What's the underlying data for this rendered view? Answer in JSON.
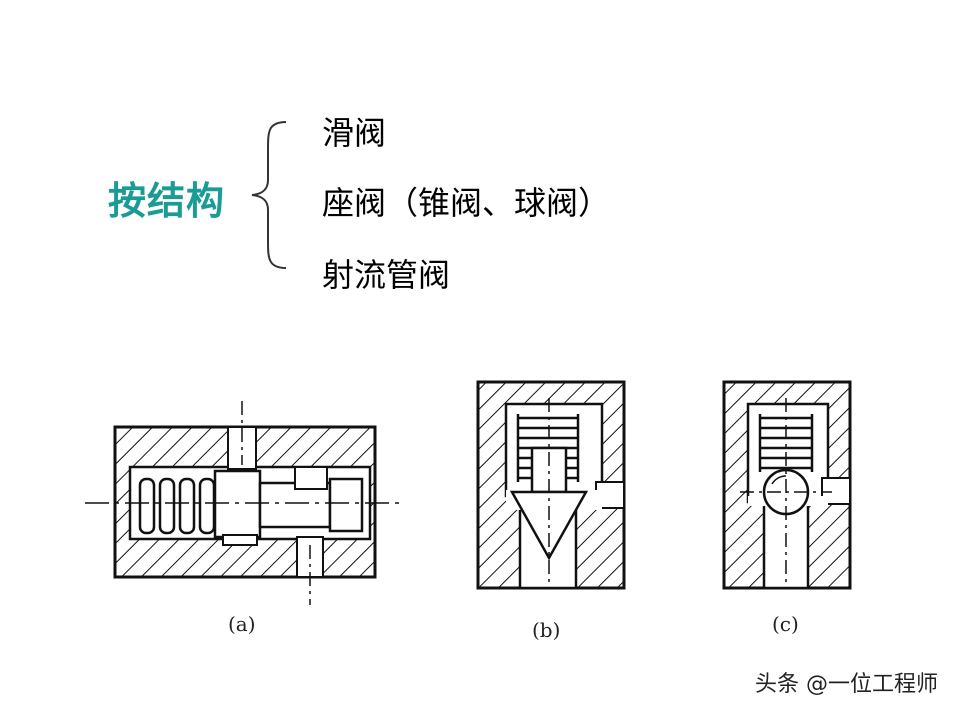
{
  "heading": "按结构",
  "items": [
    "滑阀",
    "座阀（锥阀、球阀）",
    "射流管阀"
  ],
  "figures": [
    {
      "caption": "(a)"
    },
    {
      "caption": "(b)"
    },
    {
      "caption": "(c)"
    }
  ],
  "watermark": "头条 @一位工程师",
  "colors": {
    "heading": "#1a9b95",
    "line": "#111111"
  }
}
